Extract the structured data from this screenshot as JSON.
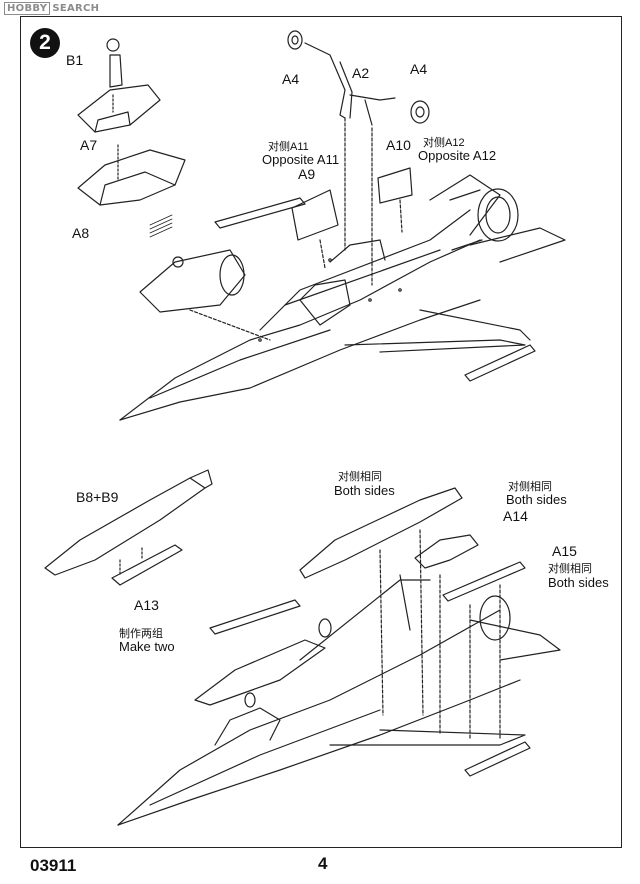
{
  "watermark": {
    "logo": "HOBBY",
    "text": "SEARCH"
  },
  "step": {
    "number": "2"
  },
  "parts": {
    "b1": "B1",
    "a7": "A7",
    "a8": "A8",
    "a4_left": "A4",
    "a2": "A2",
    "a4_right": "A4",
    "a11_cn": "对侧A11",
    "a11_en": "Opposite A11",
    "a9": "A9",
    "a10": "A10",
    "a12_cn": "对侧A12",
    "a12_en": "Opposite A12",
    "b8b9": "B8+B9",
    "a13": "A13",
    "make_two_cn": "制作两组",
    "make_two_en": "Make two",
    "both1_cn": "对侧相同",
    "both1_en": "Both sides",
    "both2_cn": "对侧相同",
    "both2_en": "Both sides",
    "a14": "A14",
    "a15": "A15",
    "both3_cn": "对侧相同",
    "both3_en": "Both sides"
  },
  "footer": {
    "code": "03911",
    "page": "4"
  }
}
